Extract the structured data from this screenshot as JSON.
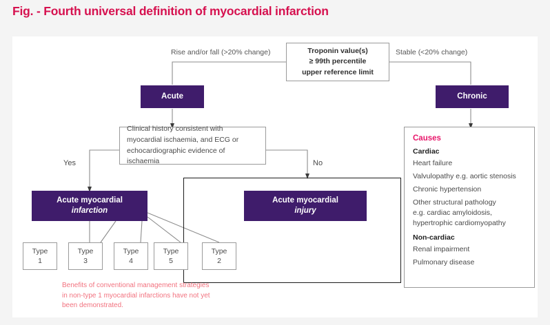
{
  "title": "Fig. - Fourth universal definition of myocardial infarction",
  "colors": {
    "title": "#d6114f",
    "purple_box": "#3f1c6b",
    "causes_heading": "#e8176b",
    "footnote": "#f2727f",
    "page_background": "#f4f4f4",
    "card_background": "#ffffff",
    "connector": "#8c8c8c",
    "injury_frame": "#1a1a1a"
  },
  "nodes": {
    "troponin": {
      "line1": "Troponin value(s)",
      "line2": "≥ 99th percentile",
      "line3": "upper reference limit"
    },
    "acute": "Acute",
    "chronic": "Chronic",
    "clinical_history": {
      "line1": "Clinical history consistent with",
      "line2": "myocardial ischaemia, and ECG or",
      "line3": "echocardiographic evidence of ischaemia"
    },
    "infarction": {
      "line1": "Acute myocardial",
      "line2": "infarction"
    },
    "injury": {
      "line1": "Acute myocardial",
      "line2": "injury"
    }
  },
  "edge_labels": {
    "rise_fall": "Rise and/or fall (>20% change)",
    "stable": "Stable (<20% change)",
    "yes": "Yes",
    "no": "No"
  },
  "types": [
    {
      "label": "Type",
      "value": "1"
    },
    {
      "label": "Type",
      "value": "3"
    },
    {
      "label": "Type",
      "value": "4"
    },
    {
      "label": "Type",
      "value": "5"
    },
    {
      "label": "Type",
      "value": "2"
    }
  ],
  "causes": {
    "heading": "Causes",
    "cardiac_heading": "Cardiac",
    "cardiac_items": [
      "Heart failure",
      "Valvulopathy e.g. aortic stenosis",
      "Chronic hypertension",
      "Other structural pathology",
      "e.g. cardiac amyloidosis,",
      "hypertrophic cardiomyopathy"
    ],
    "noncardiac_heading": "Non-cardiac",
    "noncardiac_items": [
      "Renal impairment",
      "Pulmonary disease"
    ]
  },
  "footnote": {
    "line1": "Benefits of conventional management strategies",
    "line2": "in non-type 1 myocardial infarctions have not yet",
    "line3": "been demonstrated."
  }
}
